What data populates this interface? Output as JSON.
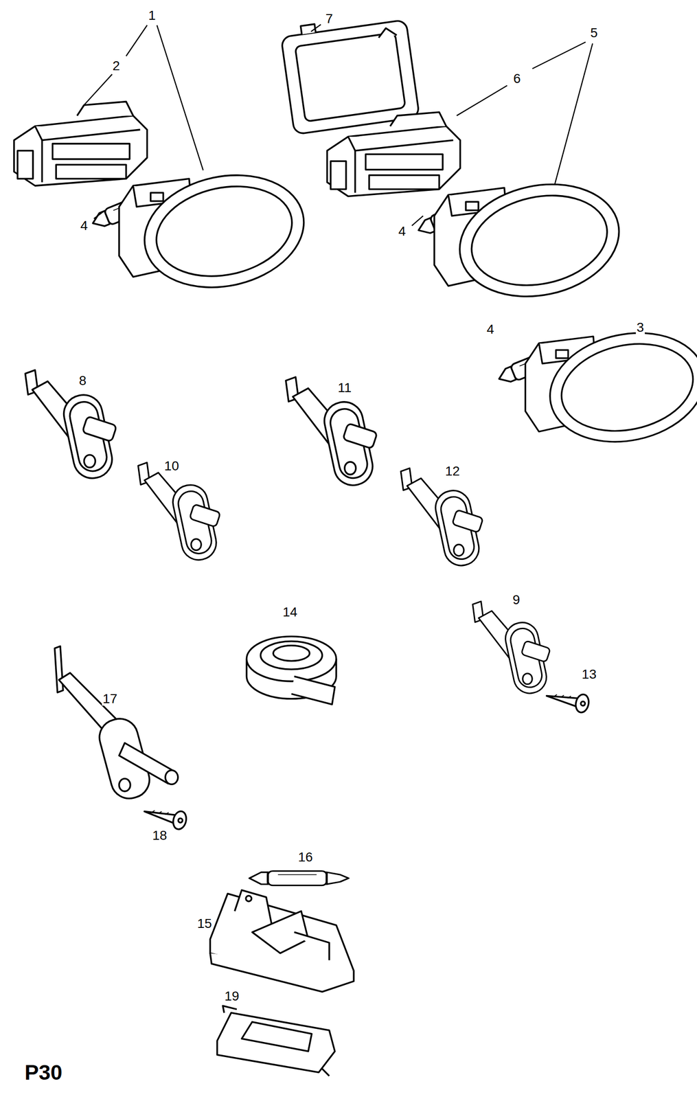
{
  "diagram": {
    "labels": [
      "1",
      "2",
      "7",
      "5",
      "6",
      "4",
      "4",
      "4",
      "3",
      "8",
      "11",
      "10",
      "12",
      "14",
      "9",
      "13",
      "17",
      "18",
      "16",
      "15",
      "19",
      "P30"
    ]
  }
}
